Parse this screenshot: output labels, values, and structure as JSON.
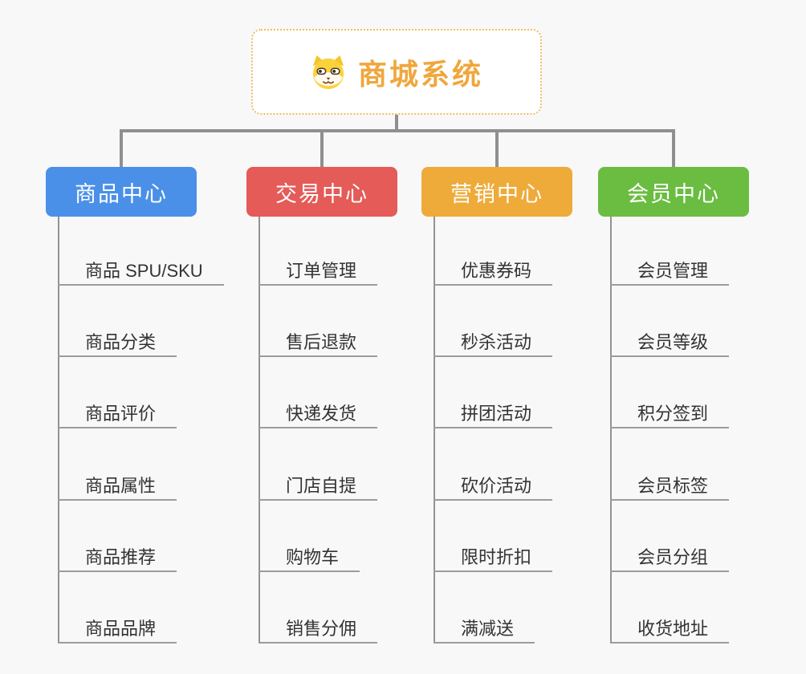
{
  "root": {
    "title": "商城系统",
    "icon": "dog-face-icon"
  },
  "branches": [
    {
      "label": "商品中心",
      "color": "#4b90e8",
      "children": [
        "商品 SPU/SKU",
        "商品分类",
        "商品评价",
        "商品属性",
        "商品推荐",
        "商品品牌"
      ]
    },
    {
      "label": "交易中心",
      "color": "#e45b58",
      "children": [
        "订单管理",
        "售后退款",
        "快递发货",
        "门店自提",
        "购物车",
        "销售分佣"
      ]
    },
    {
      "label": "营销中心",
      "color": "#eeab3a",
      "children": [
        "优惠券码",
        "秒杀活动",
        "拼团活动",
        "砍价活动",
        "限时折扣",
        "满减送"
      ]
    },
    {
      "label": "会员中心",
      "color": "#6abd41",
      "children": [
        "会员管理",
        "会员等级",
        "积分签到",
        "会员标签",
        "会员分组",
        "收货地址"
      ]
    }
  ],
  "colors": {
    "background": "#f8f8f8",
    "connector": "#8f8f8f",
    "underline": "#9c9c9c",
    "child_text": "#333333",
    "root_text": "#efa73d",
    "root_border": "#f0bc63"
  }
}
